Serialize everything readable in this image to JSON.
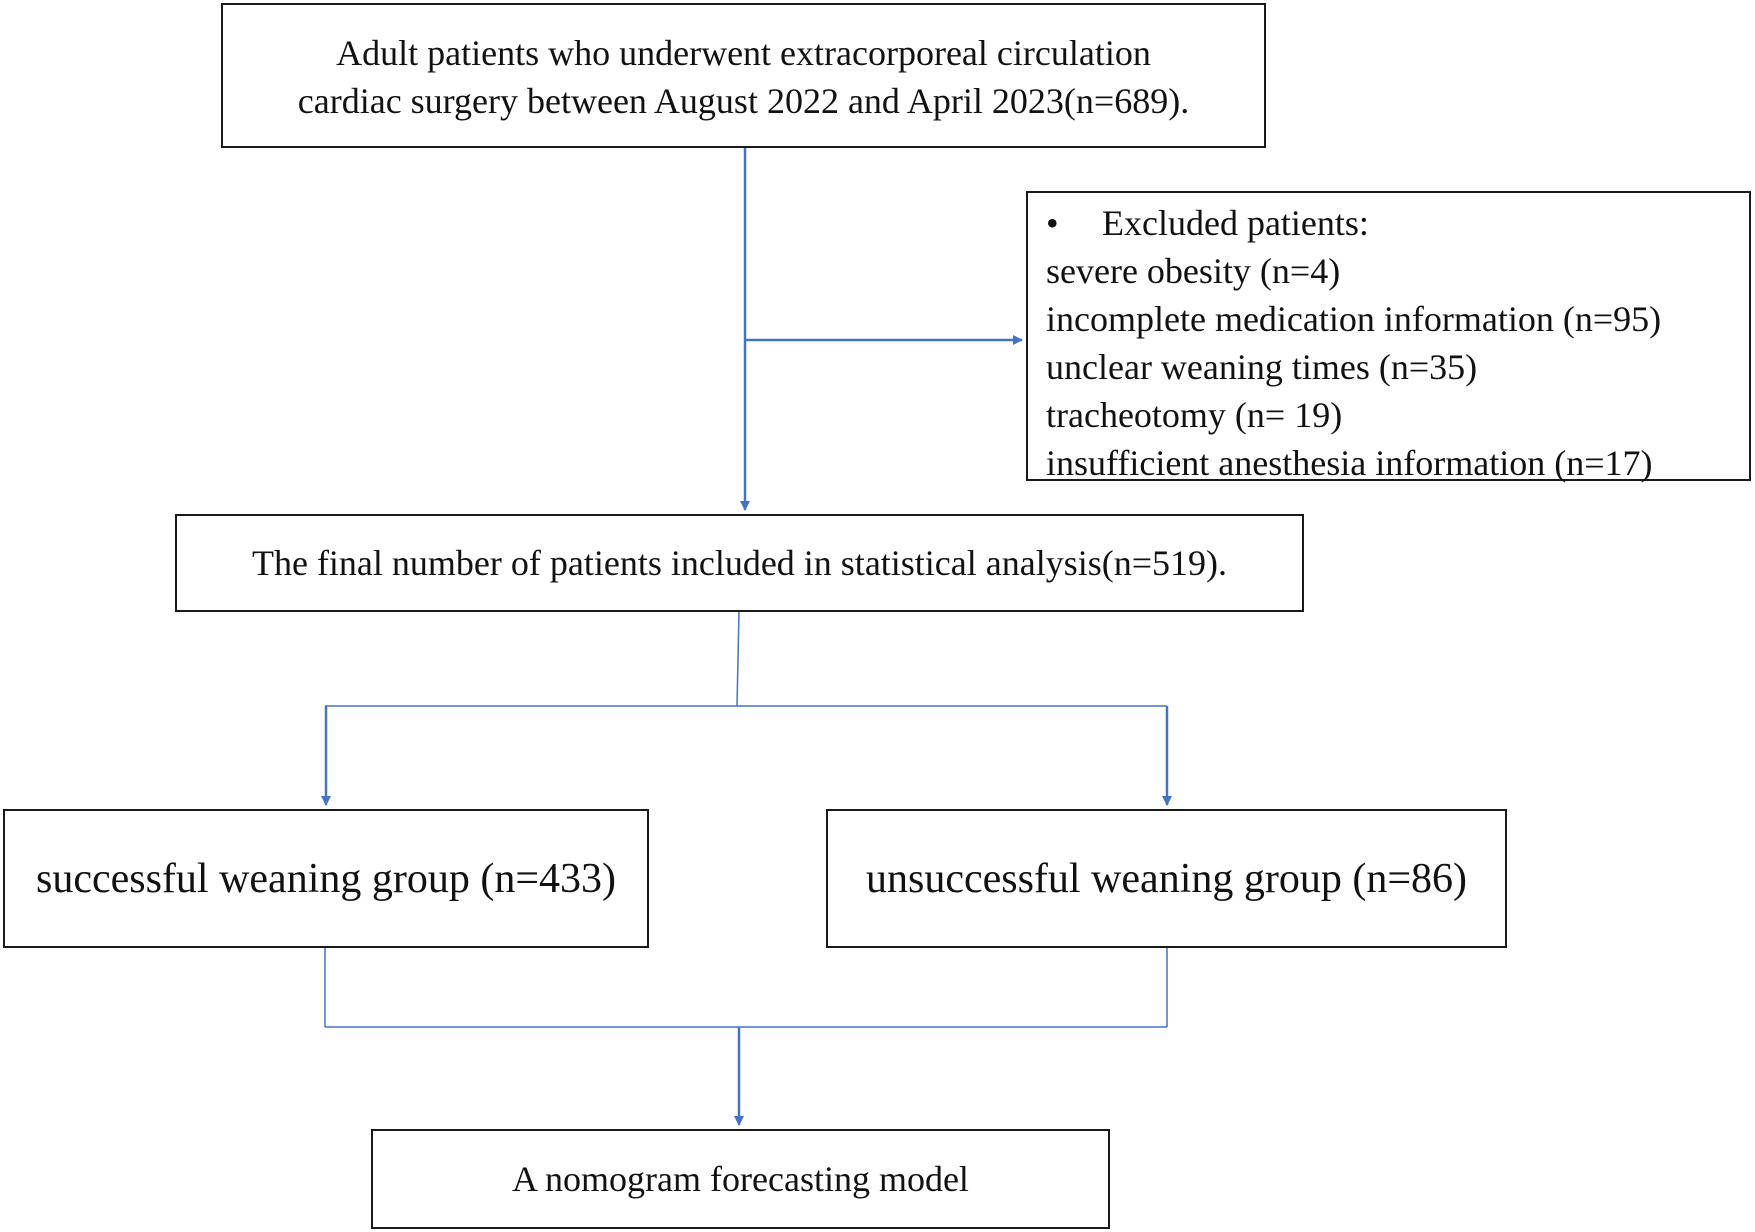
{
  "flowchart": {
    "start": {
      "line1": "Adult patients who underwent extracorporeal circulation",
      "line2": "cardiac surgery between August 2022 and April 2023(n=689)."
    },
    "excluded": {
      "bullet": "•",
      "heading": "Excluded patients:",
      "items": [
        "severe obesity (n=4)",
        "incomplete medication information (n=95)",
        "unclear weaning times (n=35)",
        "tracheotomy (n= 19)",
        "insufficient anesthesia information (n=17)"
      ]
    },
    "final": "The final number of patients included in statistical analysis(n=519).",
    "success_group": "successful weaning group (n=433)",
    "fail_group": "unsuccessful weaning group (n=86)",
    "model": "A nomogram forecasting model"
  },
  "colors": {
    "connector": "#4472c4",
    "box_border": "#1a1a1a"
  }
}
